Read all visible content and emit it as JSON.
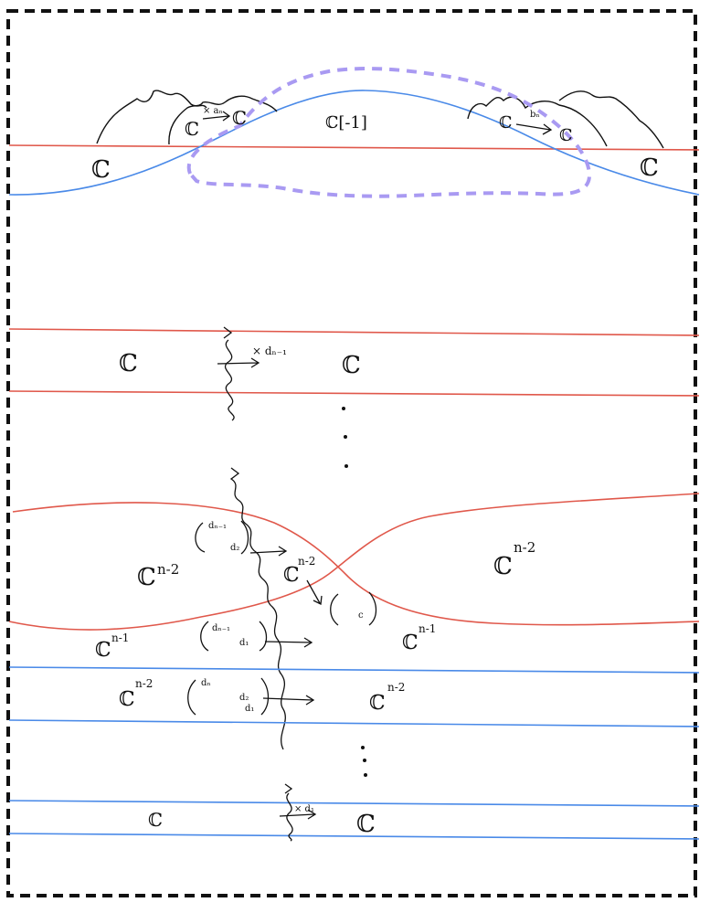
{
  "colors": {
    "frame": "#111111",
    "red_line": "#e0584b",
    "blue_line": "#4a8ae8",
    "lasso": "#a99af2",
    "ink": "#111111"
  },
  "labels": {
    "c": "ℂ",
    "c_minus1": "ℂ[-1]",
    "a_n": "× aₙ",
    "b_n": "bₙ",
    "d_n1": "× dₙ₋₁",
    "d_1": "× d₁",
    "n_minus_2": "n-2",
    "n_minus_1": "n-1",
    "d_n_1": "dₙ₋₁",
    "d_n": "dₙ",
    "d_2": "d₂",
    "d_2_dots": "d₂",
    "d_1_short": "d₁",
    "c_ell": "c"
  }
}
